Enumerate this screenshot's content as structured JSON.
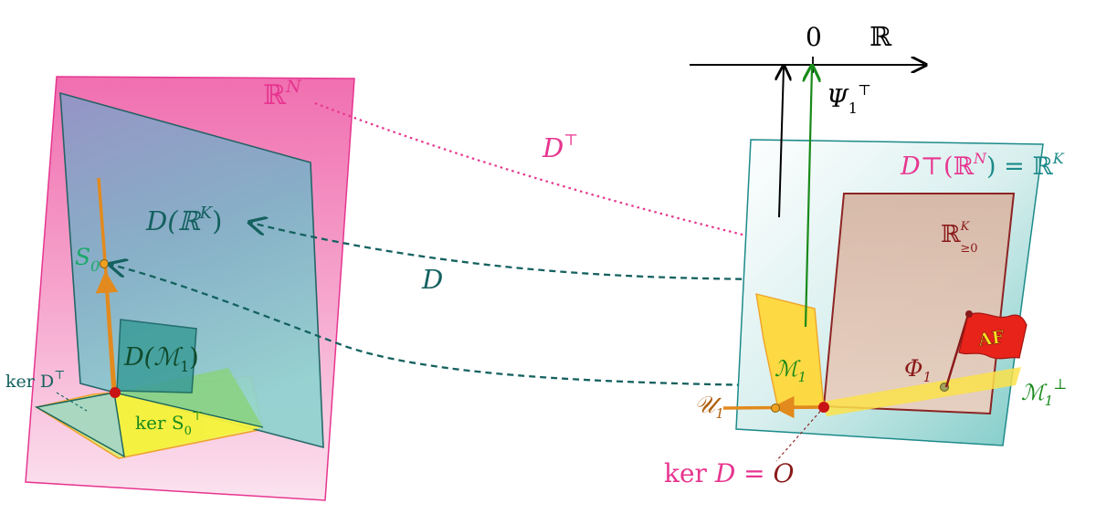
{
  "labels": {
    "rn": "ℝ",
    "rn_sup": "N",
    "d_rk": "D(ℝ",
    "d_rk_sup": "K",
    "d_rk_close": ")",
    "s0": "S",
    "s0_sub": "0",
    "d_m1": "D(",
    "d_m1_m": "ℳ",
    "d_m1_sub": "1",
    "d_m1_close": ")",
    "ker_dt": "ker D",
    "ker_dt_sup": "⊤",
    "ker_s0t": "ker S",
    "ker_s0t_sub": "0",
    "ker_s0t_sup": "⊤",
    "dt": "D",
    "dt_sup": "⊤",
    "d": "D",
    "zero": "0",
    "r": "ℝ",
    "psi": "Ψ",
    "psi_sub": "1",
    "psi_sup": "⊤",
    "dtrn_a": "D",
    "dtrn_b": "⊤(ℝ",
    "dtrn_c": "N",
    "dtrn_d": ") = ℝ",
    "dtrn_e": "K",
    "rk_pos": "ℝ",
    "rk_pos_sup": "K",
    "rk_pos_sub": "≥0",
    "m1": "ℳ",
    "m1_sub": "1",
    "u1": "𝒰",
    "u1_sub": "1",
    "phi": "Φ",
    "phi_sub": "1",
    "m1perp": "ℳ",
    "m1perp_sub": "1",
    "m1perp_sup": "⊥",
    "flag": "AF",
    "kerd": "ker ",
    "kerd_d": "D",
    "kerd_eq": " = ",
    "kerd_o": "O"
  },
  "colors": {
    "magenta": "#e7358f",
    "teal": "#1d8a8a",
    "dark_teal": "#14615f",
    "green": "#188a1a",
    "orange": "#e28a1e",
    "maroon": "#8a1a1a",
    "red_dot": "#c81414",
    "yellow": "#f2ea2c",
    "brown": "#b06010"
  },
  "icons": {
    "flag": "flag-icon"
  }
}
